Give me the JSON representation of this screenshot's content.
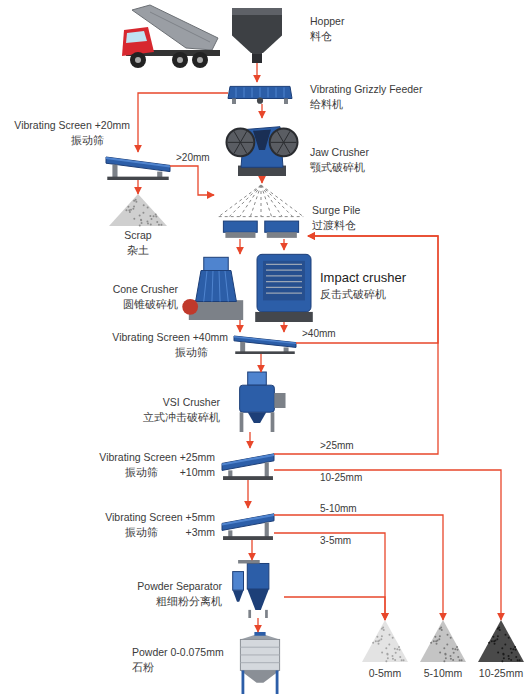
{
  "diagram": {
    "nodes": [
      {
        "text": [
          "Hopper",
          "料仓"
        ]
      },
      {
        "text": [
          "Vibrating Grizzly Feeder",
          "给料机"
        ]
      },
      {
        "text": [
          "Vibrating Screen +20mm",
          "振动筛"
        ]
      },
      {
        "text": [
          "Jaw Crusher",
          "颚式破碎机"
        ]
      },
      {
        "text": [
          "Scrap",
          "杂土"
        ]
      },
      {
        "text": [
          "Surge Pile",
          "过渡料仓"
        ]
      },
      {
        "text": [
          "Cone Crusher",
          "圆锥破碎机"
        ]
      },
      {
        "text": [
          "Impact crusher",
          "反击式破碎机"
        ]
      },
      {
        "text": [
          "Vibrating Screen +40mm",
          "振动筛"
        ]
      },
      {
        "text": [
          "VSI Crusher",
          "立式冲击破碎机"
        ]
      },
      {
        "text": [
          "Vibrating Screen +25mm",
          "振动筛",
          "+10mm"
        ]
      },
      {
        "text": [
          "Vibrating Screen +5mm",
          "振动筛",
          "+3mm"
        ]
      },
      {
        "text": [
          "Powder Separator",
          "粗细粉分离机"
        ]
      },
      {
        "text": [
          "Powder 0-0.075mm",
          "石粉"
        ]
      },
      {
        "text": [
          "0-5mm"
        ]
      },
      {
        "text": [
          "5-10mm"
        ]
      },
      {
        "text": [
          "10-25mm"
        ]
      }
    ],
    "edges": [
      {
        "from": 0,
        "to": 1,
        "arrow": "to"
      },
      {
        "from": 1,
        "to": 2,
        "arrow": "to"
      },
      {
        "from": 1,
        "to": 3,
        "arrow": "to"
      },
      {
        "from": 2,
        "to": 4,
        "arrow": "to"
      },
      {
        "from": 2,
        "to": 5,
        "label": ">20mm",
        "arrow": "to"
      },
      {
        "from": 3,
        "to": 5,
        "arrow": "to"
      },
      {
        "from": 5,
        "to": 6,
        "arrow": "to"
      },
      {
        "from": 5,
        "to": 7,
        "arrow": "to"
      },
      {
        "from": 6,
        "to": 8,
        "arrow": "to"
      },
      {
        "from": 7,
        "to": 8,
        "arrow": "to"
      },
      {
        "from": 8,
        "to": 5,
        "label": ">40mm",
        "arrow": "to"
      },
      {
        "from": 8,
        "to": 9,
        "arrow": "to"
      },
      {
        "from": 9,
        "to": 10,
        "arrow": "to"
      },
      {
        "from": 10,
        "to": 5,
        "label": ">25mm",
        "arrow": "to"
      },
      {
        "from": 10,
        "to": 16,
        "label": "10-25mm",
        "arrow": "to"
      },
      {
        "from": 10,
        "to": 11,
        "arrow": "to"
      },
      {
        "from": 11,
        "to": 15,
        "label": "5-10mm",
        "arrow": "to"
      },
      {
        "from": 11,
        "to": 14,
        "label": "3-5mm",
        "arrow": "to"
      },
      {
        "from": 11,
        "to": 12,
        "arrow": "to"
      },
      {
        "from": 12,
        "to": 14,
        "arrow": "to"
      },
      {
        "from": 12,
        "to": 13,
        "arrow": "to"
      }
    ]
  }
}
